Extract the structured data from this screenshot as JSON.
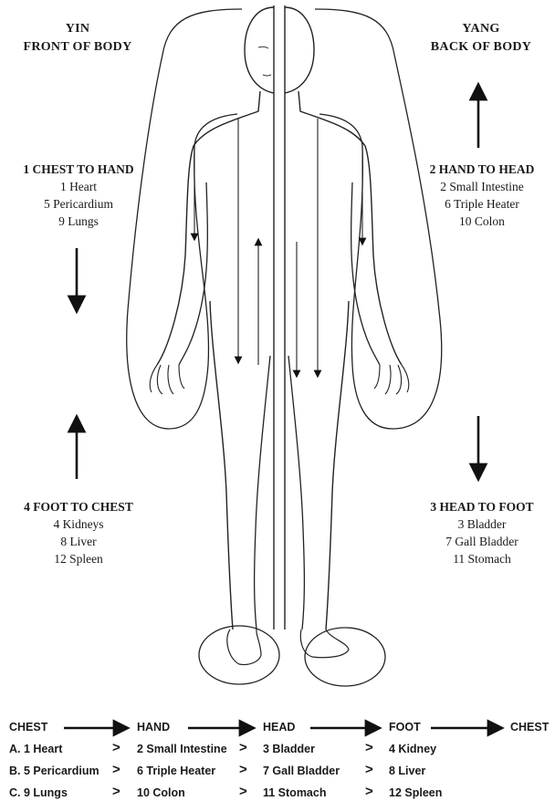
{
  "yin": {
    "line1": "YIN",
    "line2": "FRONT OF BODY"
  },
  "yang": {
    "line1": "YANG",
    "line2": "BACK OF BODY"
  },
  "groups": {
    "chest_to_hand": {
      "title": "1 CHEST TO HAND",
      "items": [
        "1 Heart",
        "5 Pericardium",
        "9 Lungs"
      ]
    },
    "hand_to_head": {
      "title": "2 HAND TO HEAD",
      "items": [
        "2 Small Intestine",
        "6 Triple Heater",
        "10 Colon"
      ]
    },
    "foot_to_chest": {
      "title": "4 FOOT TO CHEST",
      "items": [
        "4 Kidneys",
        "8 Liver",
        "12 Spleen"
      ]
    },
    "head_to_foot": {
      "title": "3 HEAD TO FOOT",
      "items": [
        "3 Bladder",
        "7 Gall Bladder",
        "11 Stomach"
      ]
    }
  },
  "sequence": {
    "headers": [
      "CHEST",
      "HAND",
      "HEAD",
      "FOOT",
      "CHEST"
    ],
    "separator": ">",
    "rows": [
      [
        "A. 1 Heart",
        "2 Small Intestine",
        "3 Bladder",
        "4 Kidney"
      ],
      [
        "B. 5 Pericardium",
        "6 Triple Heater",
        "7 Gall Bladder",
        "8 Liver"
      ],
      [
        "C. 9 Lungs",
        "10 Colon",
        "11 Stomach",
        "12 Spleen"
      ]
    ]
  }
}
